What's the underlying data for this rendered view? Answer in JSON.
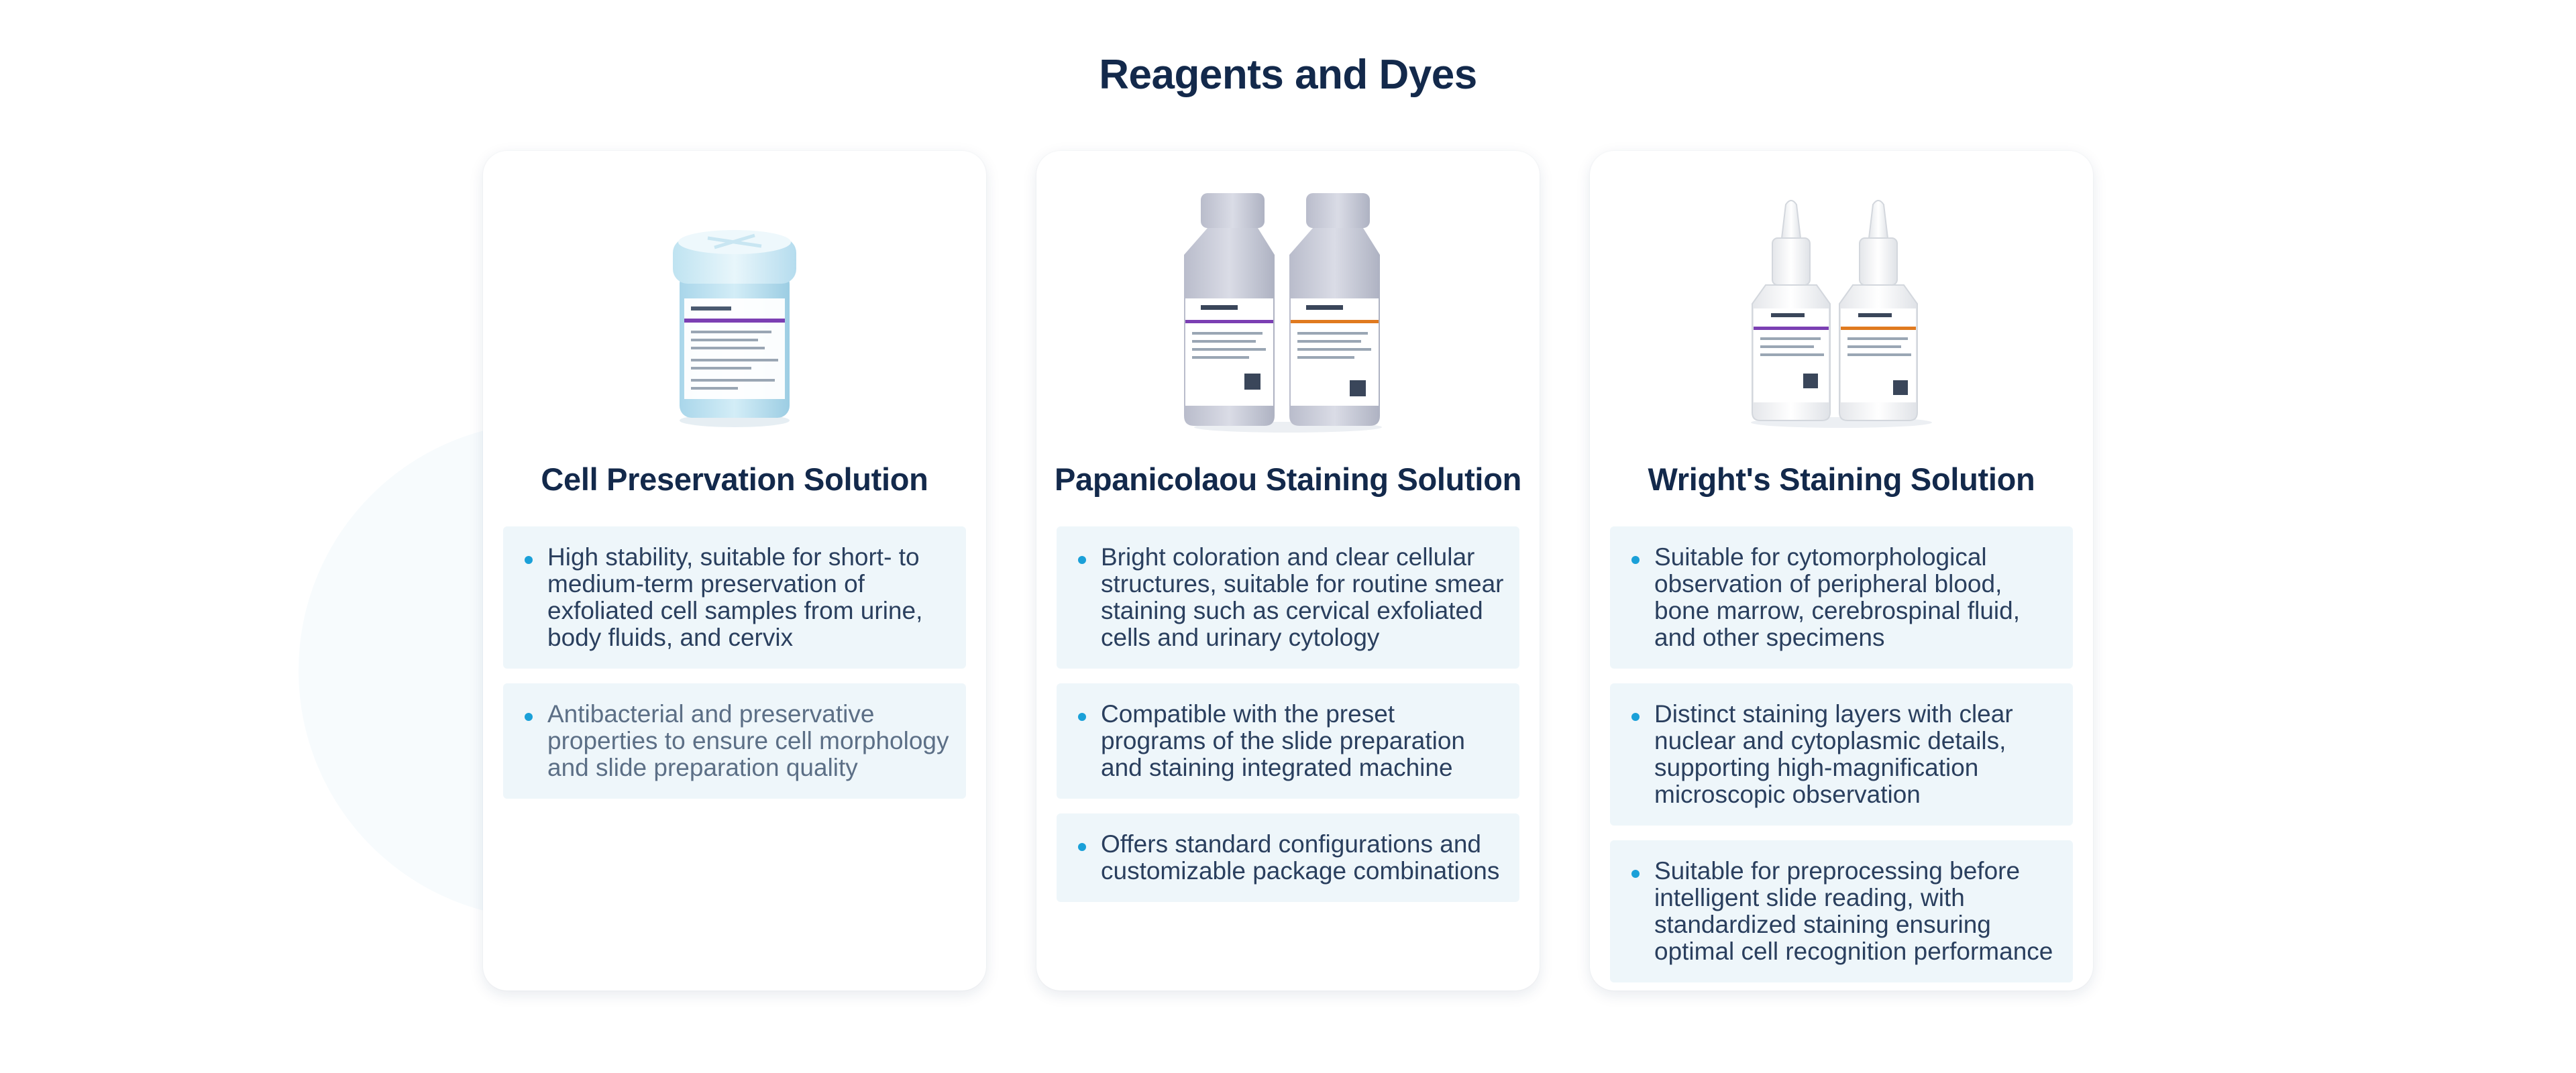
{
  "section": {
    "title": "Reagents and Dyes"
  },
  "products": [
    {
      "name": "Cell Preservation Solution",
      "image_icon": "specimen-jar-icon",
      "features": [
        "High stability, suitable for short- to medium-term preservation of exfoliated cell samples from urine, body fluids, and cervix",
        "Antibacterial and preservative properties to ensure cell morphology and slide preparation quality"
      ]
    },
    {
      "name": "Papanicolaou Staining Solution",
      "image_icon": "reagent-bottles-icon",
      "features": [
        "Bright coloration and clear cellular structures, suitable for routine smear staining such as cervical exfoliated cells and urinary cytology",
        "Compatible with the preset programs of the slide preparation and staining integrated machine",
        "Offers standard configurations and customizable package combinations"
      ]
    },
    {
      "name": "Wright's Staining Solution",
      "image_icon": "dropper-bottles-icon",
      "features": [
        "Suitable for cytomorphological observation of peripheral blood, bone marrow, cerebrospinal fluid, and other specimens",
        "Distinct staining layers with clear nuclear and cytoplasmic details, supporting high-magnification microscopic observation",
        "Suitable for preprocessing before intelligent slide reading, with standardized staining ensuring optimal cell recognition performance"
      ]
    }
  ],
  "colors": {
    "title": "#13294b",
    "text": "#2a3f5e",
    "bullet": "#1aa0d8",
    "feature_bg": "#eef6fa",
    "label_purple": "#7b3fb3",
    "label_orange": "#e07a1f"
  }
}
